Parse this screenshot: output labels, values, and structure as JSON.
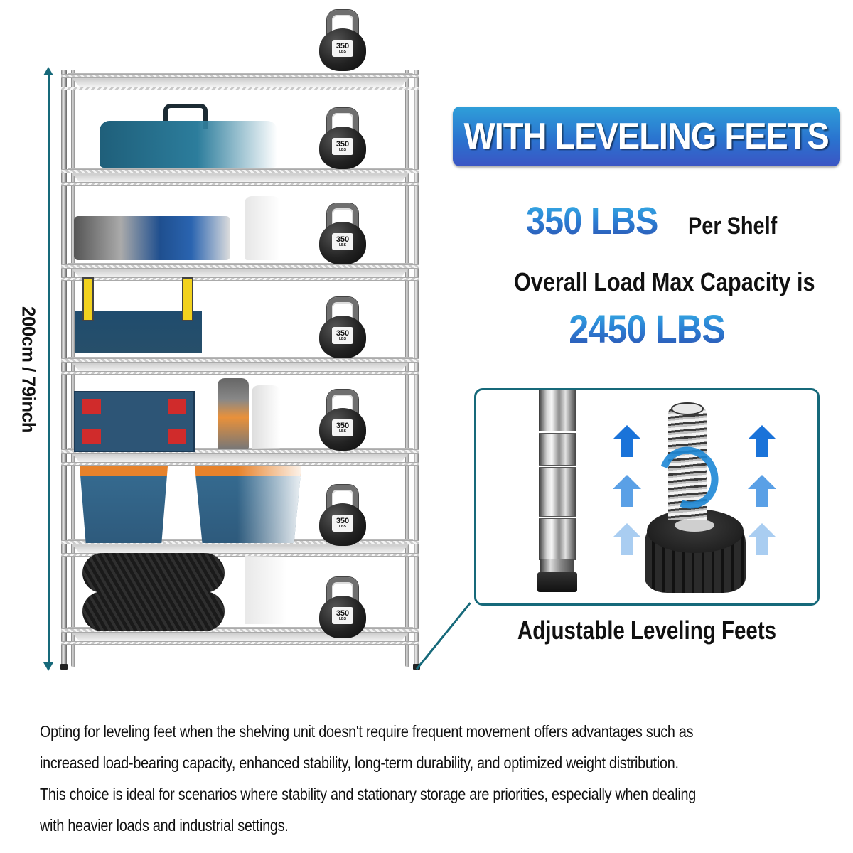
{
  "dimension": {
    "label": "200cm / 79inch",
    "color": "#16697a"
  },
  "shelving_unit": {
    "shelf_count": 7,
    "shelves": [
      {
        "index": 1,
        "items": [
          "kettlebell"
        ]
      },
      {
        "index": 2,
        "items": [
          "blue tool bag",
          "kettlebell"
        ]
      },
      {
        "index": 3,
        "items": [
          "electric motor / compressor",
          "plastic jug",
          "kettlebell"
        ]
      },
      {
        "index": 4,
        "items": [
          "yellow-handled tool caddy",
          "kettlebell"
        ]
      },
      {
        "index": 5,
        "items": [
          "blue tool cases with red latches",
          "motor oil bottles",
          "kettlebell"
        ]
      },
      {
        "index": 6,
        "items": [
          "blue storage bins with orange lids",
          "kettlebell"
        ]
      },
      {
        "index": 7,
        "items": [
          "stacked tires",
          "jug",
          "kettlebell"
        ]
      }
    ],
    "kettlebell_label": {
      "value": "350",
      "unit": "LBS"
    }
  },
  "banner": {
    "title": "WITH LEVELING FEETS",
    "gradient": [
      "#2f9fd9",
      "#2a73cf",
      "#3b55c4"
    ]
  },
  "capacity": {
    "per_shelf_value": "350 LBS",
    "per_shelf_suffix": "Per Shelf",
    "overall_label": "Overall Load Max Capacity is",
    "overall_value": "2450 LBS",
    "accent_color": "#2b7ed3"
  },
  "detail": {
    "caption": "Adjustable Leveling Feets",
    "border_color": "#16697a",
    "icons": [
      "chrome-post",
      "up-arrows",
      "threaded-leveling-foot",
      "rotation-arrow"
    ]
  },
  "description": {
    "lines": [
      "Opting for leveling feet when the shelving unit doesn't require frequent movement offers advantages such as",
      "increased load-bearing capacity, enhanced stability, long-term durability, and optimized weight distribution.",
      "This choice is ideal for scenarios where stability and stationary storage are priorities, especially when dealing",
      "with heavier loads and industrial settings."
    ]
  }
}
